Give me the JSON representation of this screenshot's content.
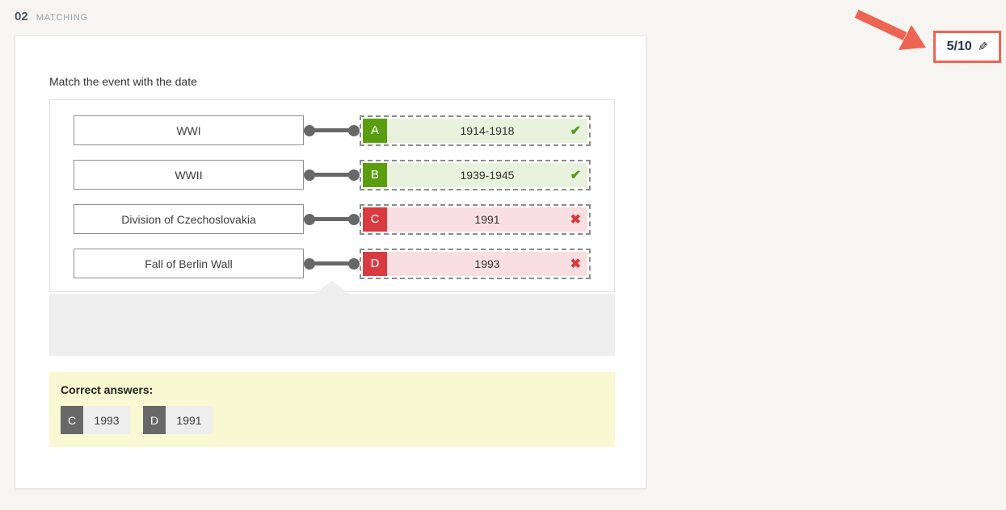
{
  "header": {
    "number": "02",
    "type_label": "MATCHING"
  },
  "question": {
    "prompt": "Match the event with the date",
    "rows": [
      {
        "left": "WWI",
        "letter": "A",
        "value": "1914-1918",
        "correct": true,
        "result_icon": "✔"
      },
      {
        "left": "WWII",
        "letter": "B",
        "value": "1939-1945",
        "correct": true,
        "result_icon": "✔"
      },
      {
        "left": "Division of Czechoslovakia",
        "letter": "C",
        "value": "1991",
        "correct": false,
        "result_icon": "✖"
      },
      {
        "left": "Fall of Berlin Wall",
        "letter": "D",
        "value": "1993",
        "correct": false,
        "result_icon": "✖"
      }
    ]
  },
  "correct_answers": {
    "label": "Correct answers:",
    "items": [
      {
        "letter": "C",
        "value": "1993"
      },
      {
        "letter": "D",
        "value": "1991"
      }
    ]
  },
  "score": {
    "value": "5/10",
    "edit_icon": "✎"
  },
  "colors": {
    "correct_badge": "#5a9e10",
    "correct_bg": "#e8f2dc",
    "incorrect_badge": "#d93b40",
    "incorrect_bg": "#f9dfe1",
    "check_icon": "#4f9b13",
    "cross_icon": "#d7393d",
    "annotation_red": "#ee6452",
    "tray_bg": "#efefef",
    "correct_answers_bg": "#f8f8d2",
    "connector_gray": "#676767"
  }
}
